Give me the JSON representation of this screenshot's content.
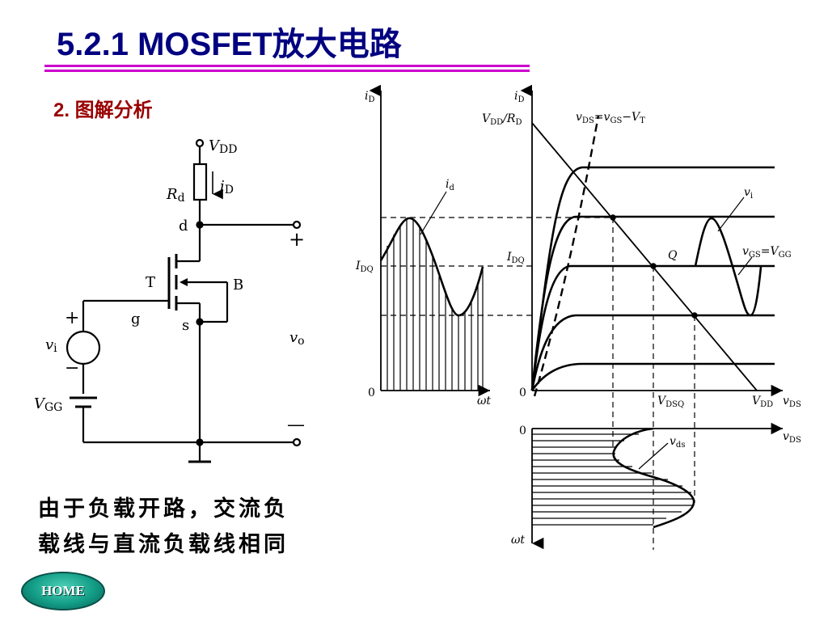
{
  "slide": {
    "title": "5.2.1  MOSFET放大电路",
    "subtitle": "2. 图解分析",
    "note_line1": "由于负载开路，交流负",
    "note_line2": "载线与直流负载线相同",
    "home_label": "HOME",
    "colors": {
      "title": "#000080",
      "subtitle": "#990000",
      "rule": "#cc00cc",
      "home": "#129c86"
    }
  },
  "circuit": {
    "vdd": "V",
    "vdd_sub": "DD",
    "rd": "R",
    "rd_sub": "d",
    "id": "i",
    "id_sub": "D",
    "node_d": "d",
    "transistor": "T",
    "body": "B",
    "node_g": "g",
    "node_s": "s",
    "vi": "v",
    "vi_sub": "i",
    "vgg": "V",
    "vgg_sub": "GG",
    "plus_in": "+",
    "minus_in": "−",
    "plus_out": "+",
    "minus_out": "—",
    "vo": "v",
    "vo_sub": "o"
  },
  "wave_plot": {
    "y_axis": "i",
    "y_axis_sub": "D",
    "x_axis": "ωt",
    "origin": "0",
    "idq": "I",
    "idq_sub": "DQ",
    "curve_label": "i",
    "curve_label_sub": "d"
  },
  "output_plot": {
    "y_axis": "i",
    "y_axis_sub": "D",
    "intercept_y": "V",
    "intercept_y_sub1": "DD",
    "intercept_y_mid": "/R",
    "intercept_y_sub2": "D",
    "boundary_v1": "v",
    "boundary_v1_sub": "DS",
    "boundary_eq": "=",
    "boundary_v2": "v",
    "boundary_v2_sub": "GS",
    "boundary_minus": "−",
    "boundary_v3": "V",
    "boundary_v3_sub": "T",
    "vi_label": "v",
    "vi_label_sub": "i",
    "q_label": "Q",
    "vgs_label": "v",
    "vgs_label_sub": "GS",
    "vgs_eq": "=",
    "vgg_label": "V",
    "vgg_label_sub": "GG",
    "idq": "I",
    "idq_sub": "DQ",
    "origin": "0",
    "vdsq": "V",
    "vdsq_sub": "DSQ",
    "vdd": "V",
    "vdd_sub": "DD",
    "x_axis": "v",
    "x_axis_sub": "DS"
  },
  "vds_plot": {
    "origin": "0",
    "x_axis": "v",
    "x_axis_sub": "DS",
    "curve_label": "v",
    "curve_label_sub": "ds",
    "y_axis": "ωt"
  }
}
